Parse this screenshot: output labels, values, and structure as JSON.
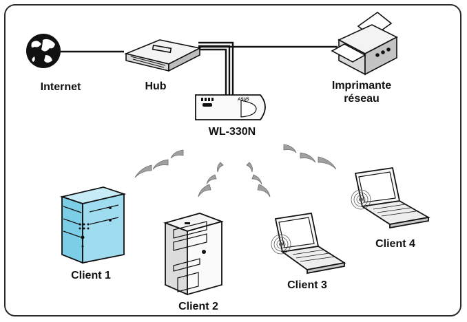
{
  "labels": {
    "internet": "Internet",
    "hub": "Hub",
    "printer_line1": "Imprimante",
    "printer_line2": "réseau",
    "router": "WL-330N",
    "client1": "Client 1",
    "client2": "Client 2",
    "client3": "Client 3",
    "client4": "Client 4"
  },
  "router_brand": "ASUS",
  "colors": {
    "frame": "#2b2b2b",
    "line": "#111111",
    "client1_body": "#9fdcf0",
    "wifi_wave": "#9a9a9a",
    "globe": "#111111"
  },
  "icons": [
    "globe-icon",
    "hub-icon",
    "printer-icon",
    "router-icon",
    "tower-pc-icon",
    "desktop-pc-icon",
    "laptop-icon",
    "wifi-wave-icon"
  ]
}
